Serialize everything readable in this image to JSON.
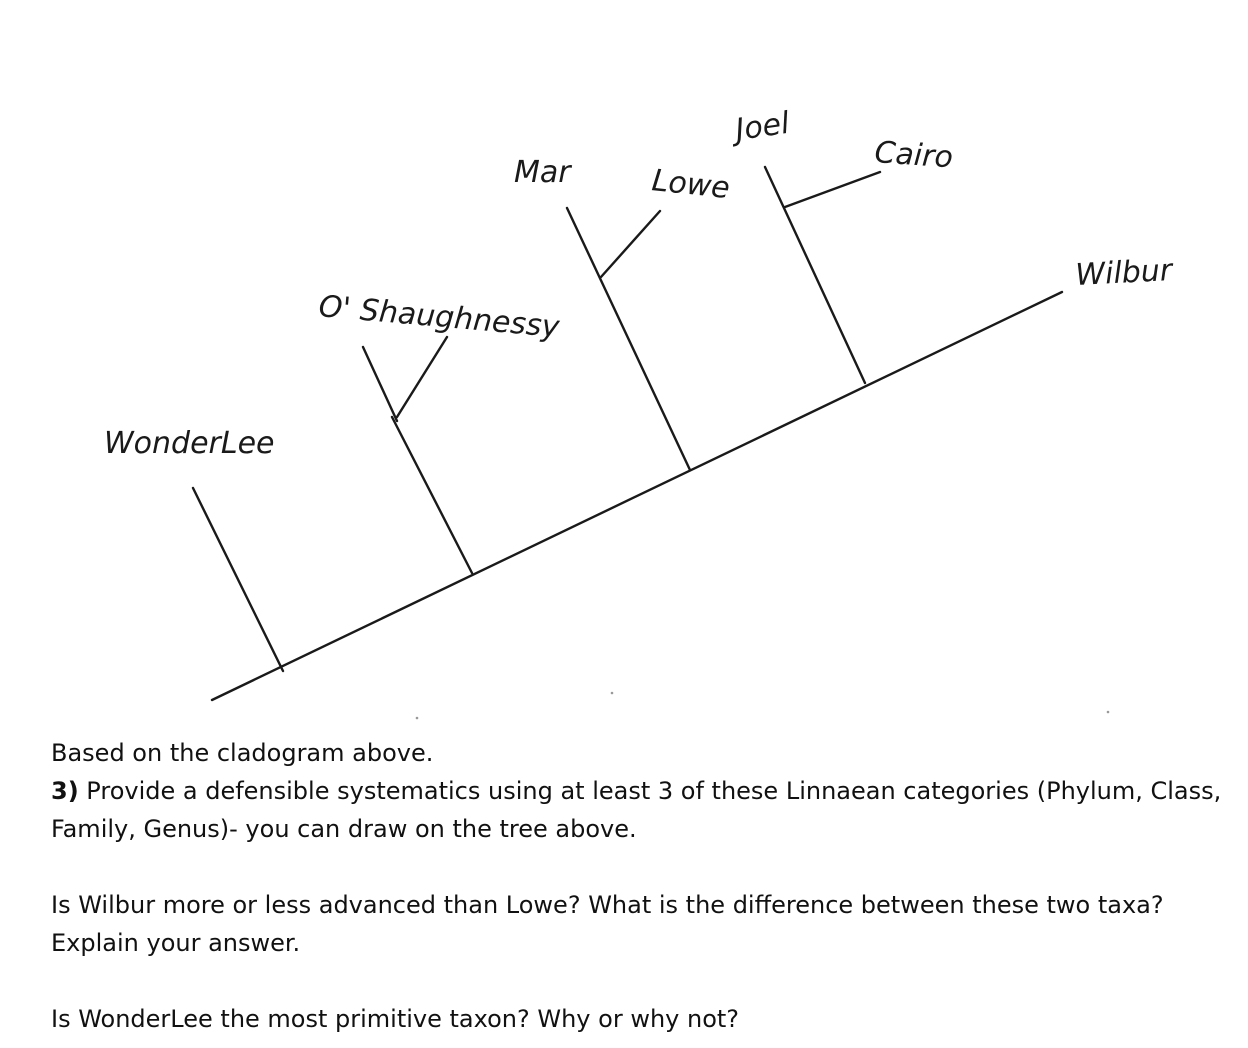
{
  "cladogram": {
    "taxa": [
      {
        "id": "wonderlee",
        "label": "WonderLee"
      },
      {
        "id": "oshaughnessy",
        "label": "O' Shaughnessy"
      },
      {
        "id": "mar",
        "label": "Mar"
      },
      {
        "id": "lowe",
        "label": "Lowe"
      },
      {
        "id": "joel",
        "label": "Joel"
      },
      {
        "id": "cairo",
        "label": "Cairo"
      },
      {
        "id": "wilbur",
        "label": "Wilbur"
      }
    ]
  },
  "text": {
    "intro": "Based on the cladogram above.",
    "q3_number": "3)",
    "q3_body": " Provide a defensible systematics using at least 3 of these Linnaean categories (Phylum, Class, Family, Genus)- you can draw on the tree above.",
    "q_wilbur_line1": "Is Wilbur more or less advanced than Lowe? What is the difference between these two taxa?",
    "q_wilbur_line2": "Explain your answer.",
    "q_wonderlee": "Is WonderLee the most primitive taxon? Why or why not?"
  }
}
